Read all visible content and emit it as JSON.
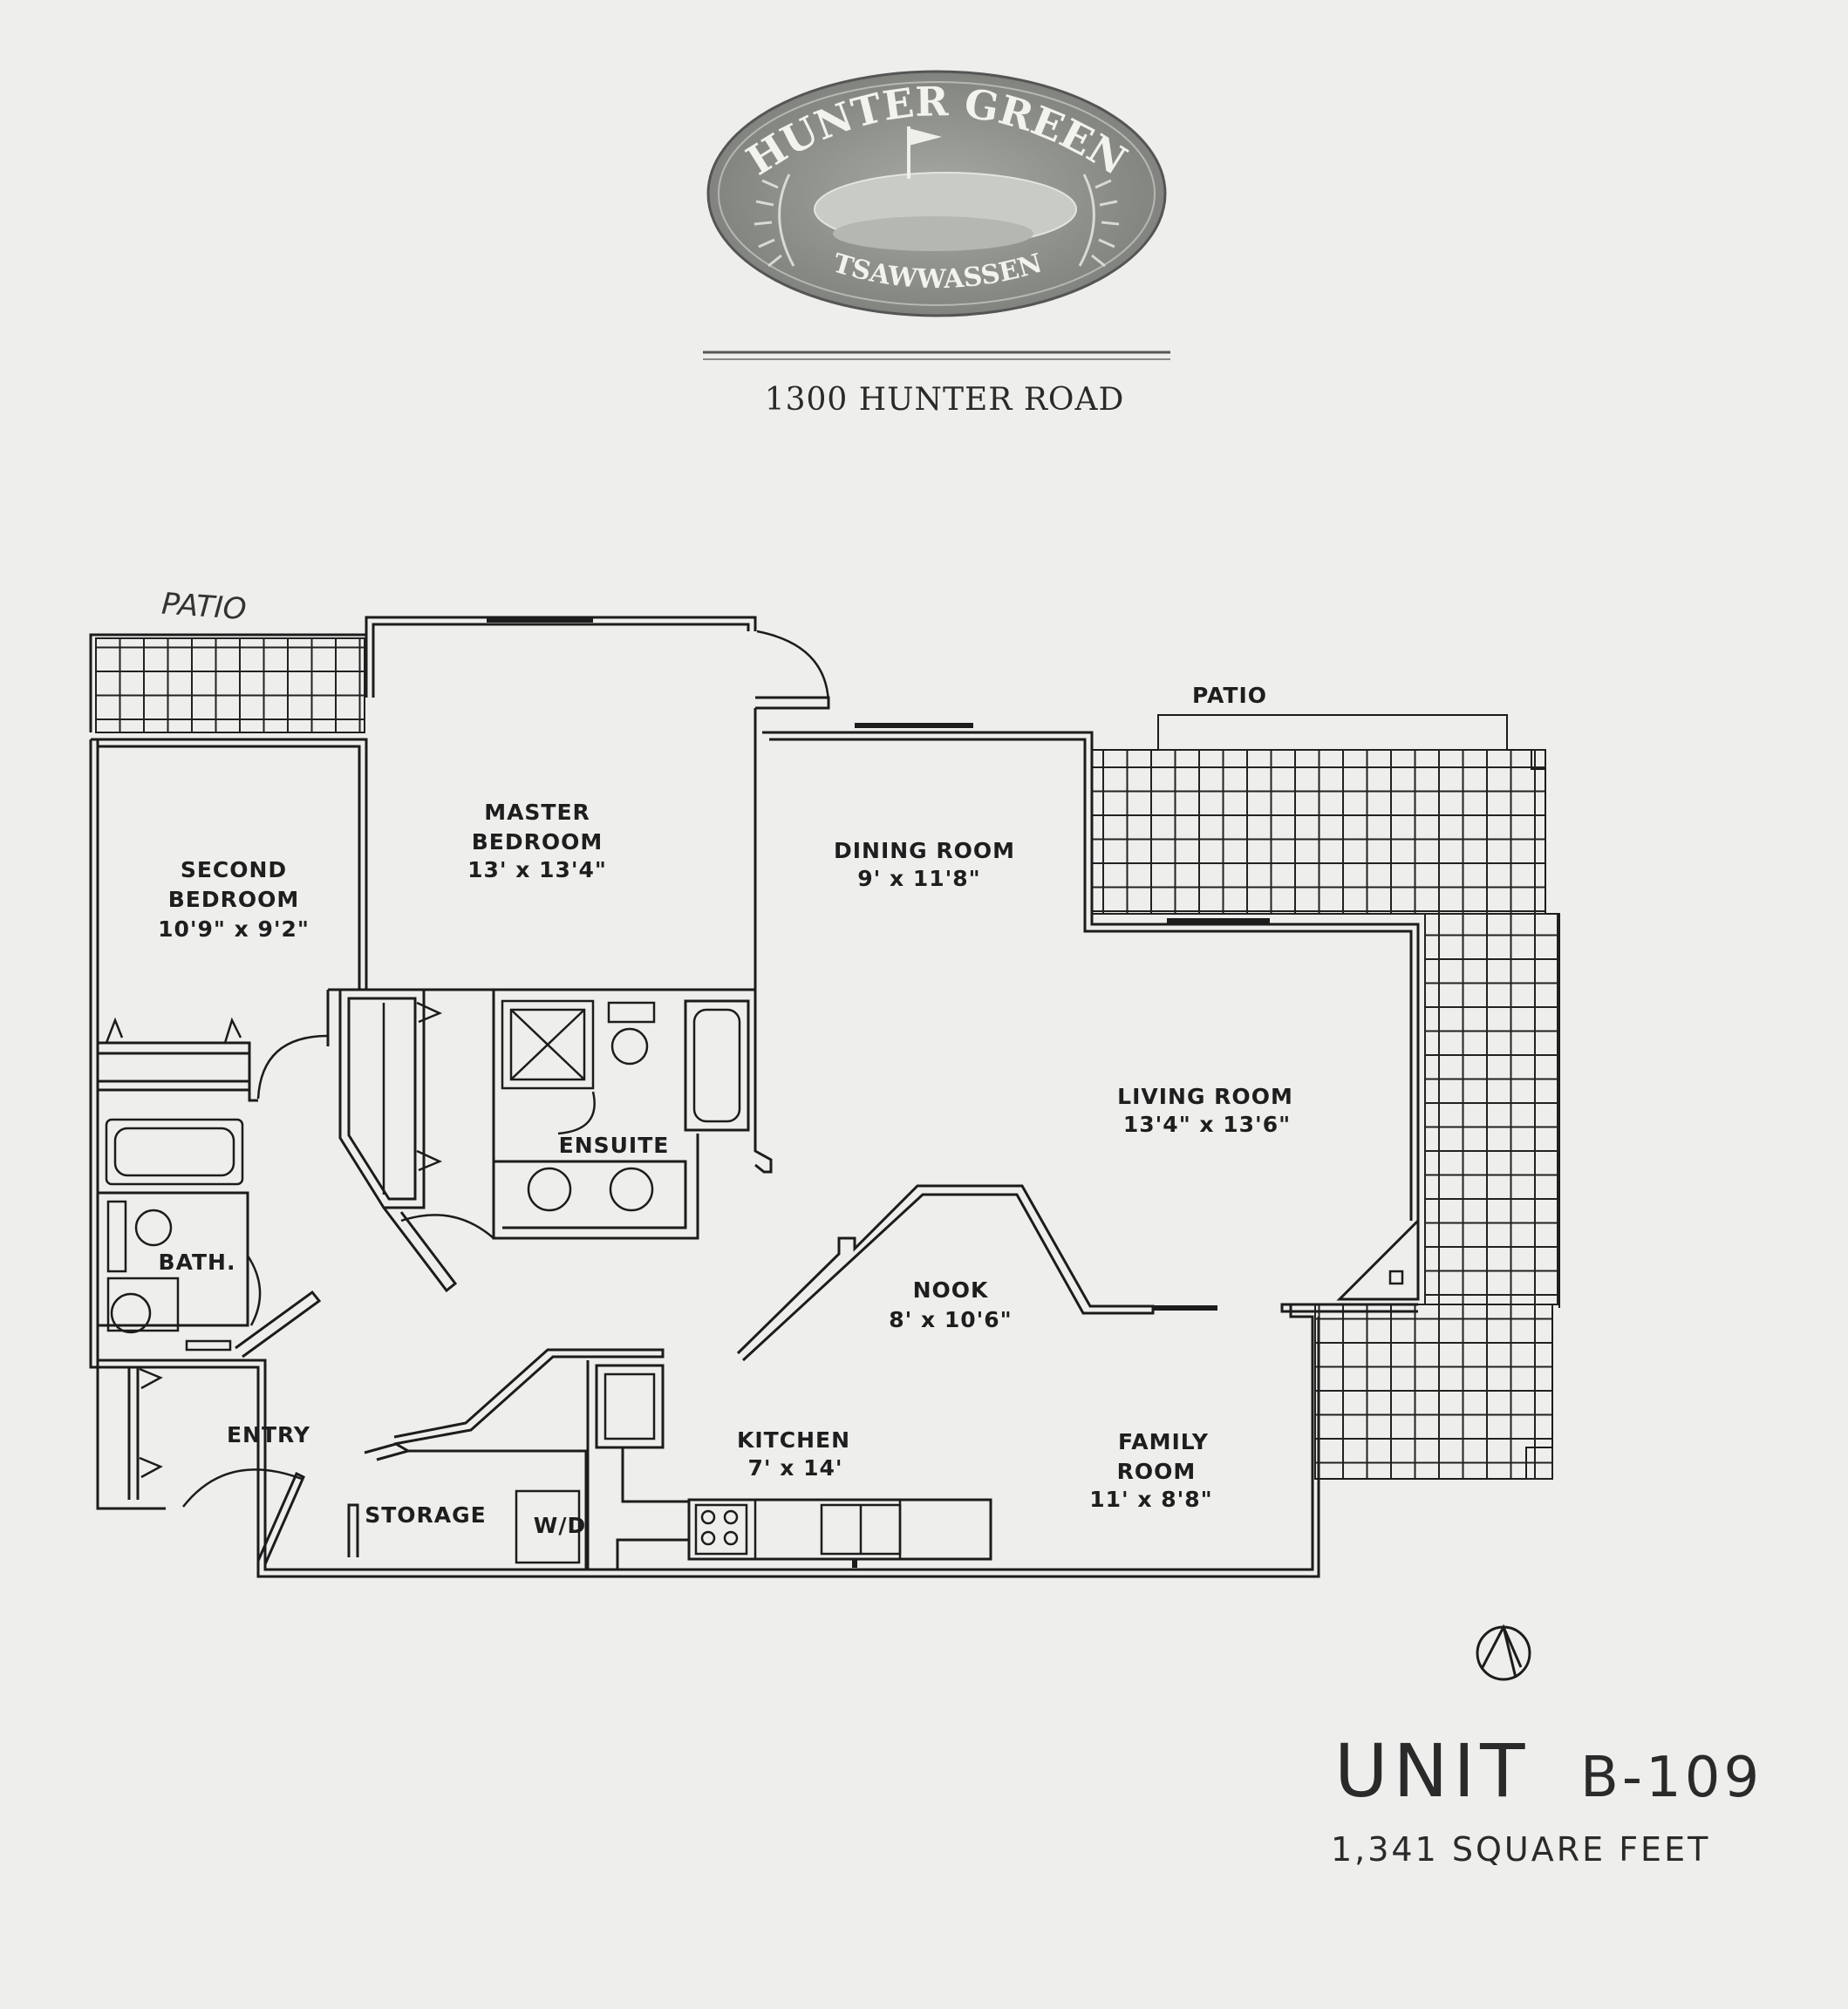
{
  "logo": {
    "top_text": "HUNTER GREEN",
    "bottom_text": "TSAWWASSEN"
  },
  "address": "1300 HUNTER ROAD",
  "rooms": {
    "patio_handwritten": "PATIO",
    "patio_label": "PATIO",
    "second_bedroom": {
      "line1": "SECOND",
      "line2": "BEDROOM",
      "dims": "10'9\" x 9'2\""
    },
    "master_bedroom": {
      "line1": "MASTER",
      "line2": "BEDROOM",
      "dims": "13' x 13'4\""
    },
    "dining_room": {
      "name": "DINING ROOM",
      "dims": "9' x 11'8\""
    },
    "living_room": {
      "name": "LIVING ROOM",
      "dims": "13'4\" x 13'6\""
    },
    "ensuite": "ENSUITE",
    "bath": "BATH.",
    "nook": {
      "name": "NOOK",
      "dims": "8' x 10'6\""
    },
    "entry": "ENTRY",
    "storage": "STORAGE",
    "washer_dryer": "W/D",
    "kitchen": {
      "name": "KITCHEN",
      "dims": "7' x 14'"
    },
    "family_room": {
      "line1": "FAMILY",
      "line2": "ROOM",
      "dims": "11' x 8'8\""
    }
  },
  "unit": {
    "label": "UNIT",
    "number": "B-109",
    "area": "1,341 SQUARE FEET"
  },
  "icons": {
    "north_arrow": "north-arrow-icon",
    "golf_flag": "golf-flag-icon"
  },
  "colors": {
    "paper": "#eeeeec",
    "ink": "#1c1c1c",
    "logo_fill": "#8f918c"
  }
}
